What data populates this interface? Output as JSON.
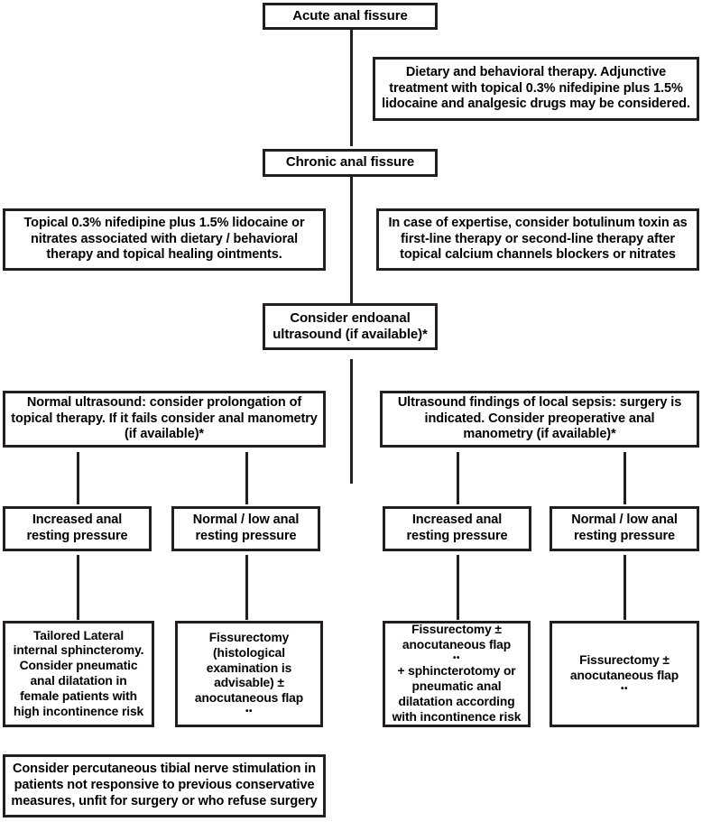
{
  "diagram": {
    "title": "Acute and chronic anal fissure management algorithm",
    "colors": {
      "border": "#231f20",
      "background": "#ffffff",
      "text": "#000000"
    },
    "nodes": {
      "acute_fissure": "Acute anal fissure",
      "acute_therapy": "Dietary and behavioral therapy. Adjunctive treatment with topical 0.3% nifedipine plus 1.5% lidocaine and analgesic drugs may be considered.",
      "chronic_fissure": "Chronic anal fissure",
      "chronic_topical": "Topical 0.3% nifedipine plus 1.5% lidocaine or nitrates associated with dietary / behavioral therapy and topical healing ointments.",
      "botulinum": "In case of expertise, consider botulinum toxin as first-line therapy or second-line therapy after topical calcium channels blockers or nitrates",
      "endoanal_us": "Consider endoanal ultrasound (if available)*",
      "normal_us": "Normal ultrasound: consider prolongation of topical therapy. If it fails consider anal manometry (if available)*",
      "sepsis_us": "Ultrasound findings of local sepsis: surgery is indicated. Consider preoperative anal manometry (if available)*",
      "pressure_increased_left": "Increased anal resting pressure",
      "pressure_normal_left": "Normal / low anal resting pressure",
      "pressure_increased_right": "Increased anal resting pressure",
      "pressure_normal_right": "Normal / low anal resting pressure",
      "treat_lis": "Tailored Lateral internal sphincteromy. Consider pneumatic anal dilatation in female patients with high incontinence risk",
      "treat_fissurectomy_hist_a": "Fissurectomy (histological examination is advisable) ± anocutaneous flap",
      "treat_fissurectomy_hist_marker": "••",
      "treat_fissurectomy_sphinct_a": "Fissurectomy ± anocutaneous flap",
      "treat_fissurectomy_sphinct_marker": "••",
      "treat_fissurectomy_sphinct_b": "+ sphincterotomy or pneumatic anal dilatation according with incontinence risk",
      "treat_fissurectomy_flap_a": "Fissurectomy ± anocutaneous flap",
      "treat_fissurectomy_flap_marker": "••",
      "treat_ptns": "Consider percutaneous tibial nerve stimulation in patients not responsive to previous conservative measures, unfit for surgery or who refuse surgery"
    }
  }
}
